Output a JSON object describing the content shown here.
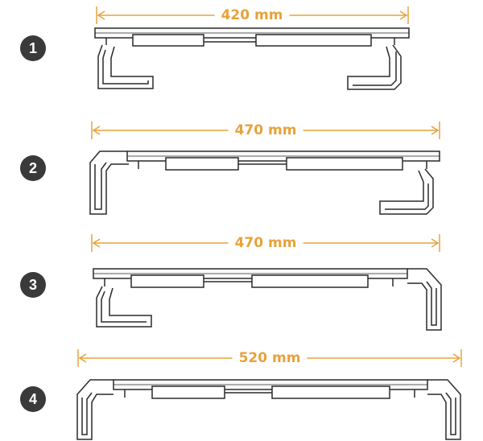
{
  "configs": [
    {
      "number": "1",
      "dimension": "420 mm",
      "legs": "both-in"
    },
    {
      "number": "2",
      "dimension": "470 mm",
      "legs": "left-out-right-in"
    },
    {
      "number": "3",
      "dimension": "470 mm",
      "legs": "left-in-right-out"
    },
    {
      "number": "4",
      "dimension": "520 mm",
      "legs": "both-out"
    }
  ],
  "colors": {
    "accent": "#e8a23a",
    "badge": "#3a3a3a",
    "line": "#2a2a2a"
  }
}
